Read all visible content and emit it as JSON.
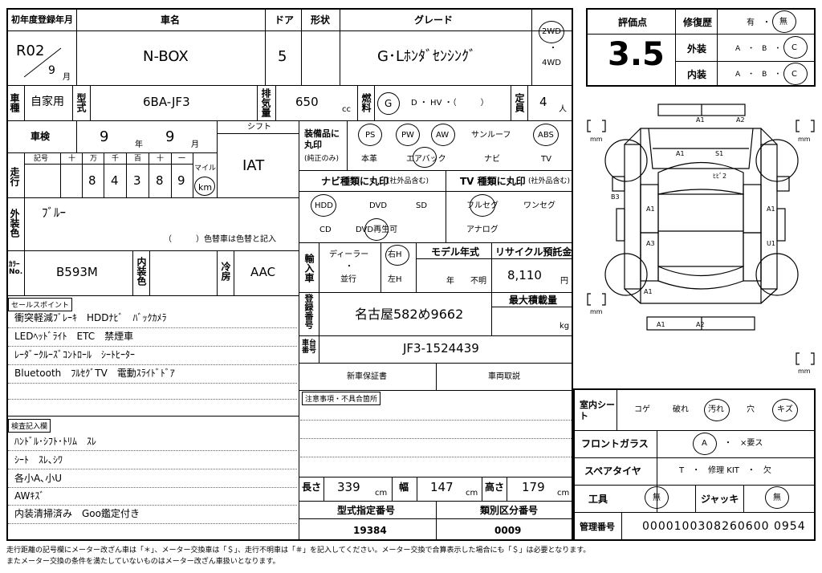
{
  "header": {
    "reg_year_label": "初年度登録年月",
    "car_name_label": "車名",
    "door_label": "ドア",
    "shape_label": "形状",
    "grade_label": "グレード",
    "reg_era": "R02",
    "reg_month": "9",
    "month_unit": "月",
    "car_name": "N-BOX",
    "doors": "5",
    "grade": "G･Lﾎﾝﾀﾞｾﾝｼﾝｸﾞ",
    "drive_2wd": "2WD",
    "drive_dot": "・",
    "drive_4wd": "4WD"
  },
  "row2": {
    "usage_label": "車種",
    "usage": "自家用",
    "model_label": "型式",
    "model": "6BA-JF3",
    "disp_label": "排気量",
    "displacement": "650",
    "cc": "cc",
    "fuel_label": "燃料",
    "fuel_g": "G",
    "fuel_opts": "D ・ HV ・（　　　）",
    "cap_label": "定員",
    "capacity": "4",
    "person": "人"
  },
  "inspection": {
    "label": "車検",
    "year": "9",
    "year_unit": "年",
    "month": "9",
    "month_unit": "月",
    "shift_label": "シフト",
    "shift": "IAT"
  },
  "mileage": {
    "label": "走行",
    "symbol_label": "記号",
    "places": [
      "十",
      "万",
      "千",
      "百",
      "十",
      "一"
    ],
    "digits": [
      "8",
      "4",
      "3",
      "8",
      "9"
    ],
    "mile_label": "マイル",
    "km": "km"
  },
  "exterior": {
    "label": "外装色",
    "color": "ﾌﾞﾙｰ",
    "repaint": "（　　　）色替車は色替と記入"
  },
  "color_no": {
    "label": "ｶﾗｰ No.",
    "value": "B593M",
    "interior_label": "内装色",
    "ac_label": "冷房",
    "ac": "AAC"
  },
  "sales": {
    "label": "セールスポイント",
    "lines": [
      "衝突軽減ﾌﾞﾚｰｷ　HDDﾅﾋﾞ　ﾊﾞｯｸｶﾒﾗ",
      "LEDﾍｯﾄﾞﾗｲﾄ　ETC　禁煙車",
      "ﾚｰﾀﾞｰｸﾙｰｽﾞｺﾝﾄﾛｰﾙ　ｼｰﾄﾋｰﾀｰ",
      "Bluetooth　ﾌﾙｾｸﾞTV　電動ｽﾗｲﾄﾞﾄﾞｱ"
    ]
  },
  "inspection_notes": {
    "label": "検査記入欄",
    "lines": [
      "ﾊﾝﾄﾞﾙ･ｼﾌﾄ･ﾄﾘﾑ　ｽﾚ",
      "ｼｰﾄ　ｽﾚ､ｼﾜ",
      "各小A､小U",
      "AWｷｽﾞ",
      "内装清掃済み　Goo鑑定付き"
    ]
  },
  "equipment": {
    "label": "装備品に丸印",
    "sub": "(純正のみ)",
    "top": [
      "PS",
      "PW",
      "AW",
      "サンルーフ",
      "ABS"
    ],
    "bottom": [
      "本革",
      "エアバック",
      "ナビ",
      "TV"
    ]
  },
  "nav": {
    "label": "ナビ種類に丸印",
    "sub": "(社外品含む)",
    "opts": [
      "HDD",
      "DVD",
      "SD",
      "CD",
      "DVD再生可"
    ]
  },
  "tv": {
    "label": "TV 種類に丸印",
    "sub": "(社外品含む)",
    "opts": [
      "フルセグ",
      "ワンセグ",
      "アナログ"
    ]
  },
  "import": {
    "label": "輸入車",
    "dealer": "ディーラー",
    "dot": "・",
    "parallel": "並行",
    "right": "右H",
    "left": "左H"
  },
  "model_year": {
    "label": "モデル年式",
    "year": "年",
    "unknown": "不明"
  },
  "recycle": {
    "label": "リサイクル預託金",
    "amount": "8,110",
    "unit": "円"
  },
  "plate": {
    "label": "登録番号",
    "value": "名古屋582め9662",
    "max_label": "最大積載量",
    "kg": "kg"
  },
  "chassis": {
    "label": "車台番号",
    "value": "JF3-1524439"
  },
  "docs": {
    "warranty": "新車保証書",
    "manual": "車両取説"
  },
  "notes": {
    "label": "注意事項・不具合箇所"
  },
  "size": {
    "len_label": "長さ",
    "length": "339",
    "wid_label": "幅",
    "width": "147",
    "hgt_label": "高さ",
    "height": "179",
    "cm": "cm"
  },
  "type_no": {
    "label": "型式指定番号",
    "value": "19384",
    "class_label": "類別区分番号",
    "class_value": "0009"
  },
  "grade_box": {
    "label": "評価点",
    "score": "3.5",
    "repair_label": "修復歴",
    "repair_opts": "有　・",
    "repair_none": "無",
    "ext_label": "外装",
    "int_label": "内装",
    "abc": "A　・　B　・",
    "c": "C"
  },
  "diagram": {
    "labels": [
      "A1",
      "A2",
      "A1",
      "S1",
      "ﾋﾋﾞ2",
      "B3",
      "A1",
      "A1",
      "A3",
      "U1",
      "A1",
      "A1",
      "A2"
    ],
    "mm": "mm"
  },
  "interior_seat": {
    "label": "室内シート",
    "opts": [
      "コゲ",
      "破れ",
      "汚れ",
      "穴",
      "キズ"
    ]
  },
  "windshield": {
    "label": "フロントガラス",
    "a": "A",
    "opts": "・　×要ス"
  },
  "spare": {
    "label": "スペアタイヤ",
    "opts": "T　・　修理 KIT　・　欠"
  },
  "tools": {
    "label": "工具",
    "none": "無",
    "jack_label": "ジャッキ",
    "jack_none": "無"
  },
  "mgmt": {
    "label": "管理番号",
    "value": "0000100308260600 0954"
  },
  "footer": {
    "line1": "走行距離の記号欄にメーター改ざん車は「＊」、メーター交換車は「＄」、走行不明車は「＃」を記入してください。メーター交換で合算表示した場合にも「＄」は必要となります。",
    "line2": "またメーター交換の条件を満たしていないものはメーター改ざん車扱いとなります。"
  }
}
